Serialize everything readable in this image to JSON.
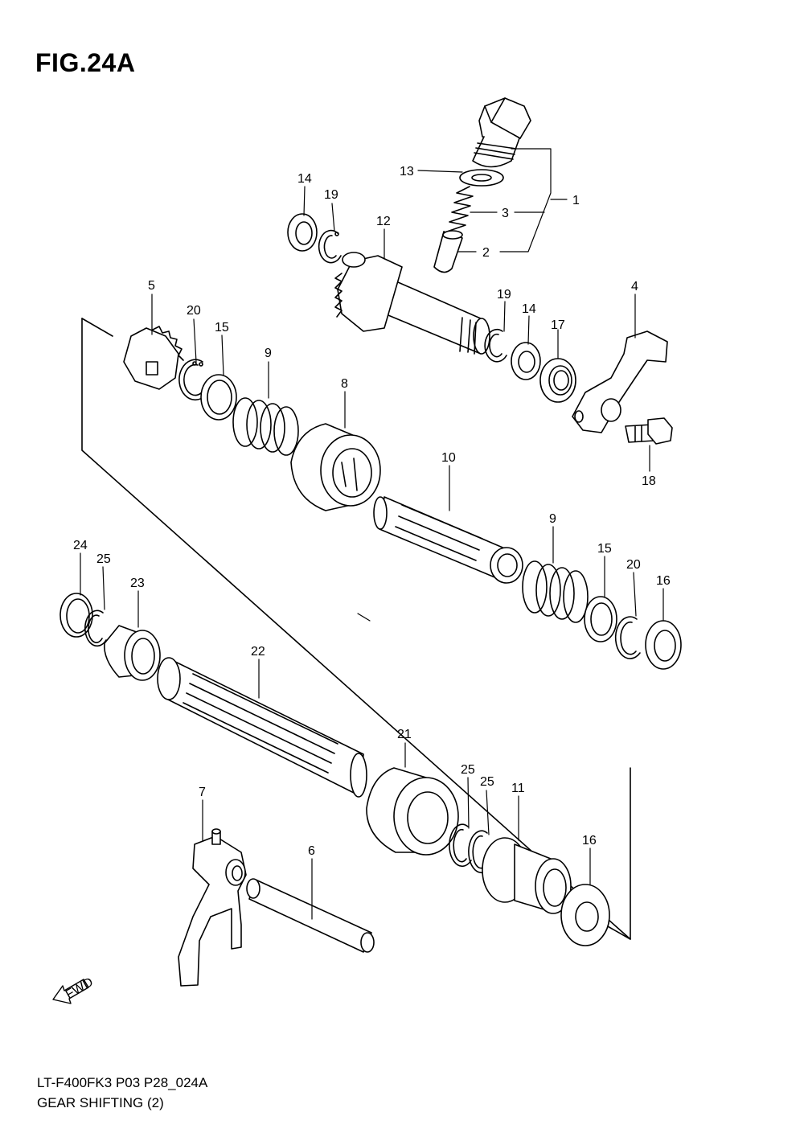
{
  "figure": {
    "title": "FIG.24A"
  },
  "footer": {
    "code": "LT-F400FK3 P03 P28_024A",
    "name": "GEAR SHIFTING (2)"
  },
  "fwd_label": "FWD",
  "callouts": [
    {
      "id": "c1",
      "text": "1"
    },
    {
      "id": "c2",
      "text": "2"
    },
    {
      "id": "c3",
      "text": "3"
    },
    {
      "id": "c4",
      "text": "4"
    },
    {
      "id": "c5",
      "text": "5"
    },
    {
      "id": "c6",
      "text": "6"
    },
    {
      "id": "c7",
      "text": "7"
    },
    {
      "id": "c8",
      "text": "8"
    },
    {
      "id": "c9a",
      "text": "9"
    },
    {
      "id": "c9b",
      "text": "9"
    },
    {
      "id": "c10",
      "text": "10"
    },
    {
      "id": "c11",
      "text": "11"
    },
    {
      "id": "c12",
      "text": "12"
    },
    {
      "id": "c13",
      "text": "13"
    },
    {
      "id": "c14a",
      "text": "14"
    },
    {
      "id": "c14b",
      "text": "14"
    },
    {
      "id": "c15a",
      "text": "15"
    },
    {
      "id": "c15b",
      "text": "15"
    },
    {
      "id": "c16a",
      "text": "16"
    },
    {
      "id": "c16b",
      "text": "16"
    },
    {
      "id": "c17",
      "text": "17"
    },
    {
      "id": "c18",
      "text": "18"
    },
    {
      "id": "c19a",
      "text": "19"
    },
    {
      "id": "c19b",
      "text": "19"
    },
    {
      "id": "c20a",
      "text": "20"
    },
    {
      "id": "c20b",
      "text": "20"
    },
    {
      "id": "c21",
      "text": "21"
    },
    {
      "id": "c22",
      "text": "22"
    },
    {
      "id": "c23",
      "text": "23"
    },
    {
      "id": "c24",
      "text": "24"
    },
    {
      "id": "c25a",
      "text": "25"
    },
    {
      "id": "c25b",
      "text": "25"
    },
    {
      "id": "c25c",
      "text": "25"
    }
  ]
}
